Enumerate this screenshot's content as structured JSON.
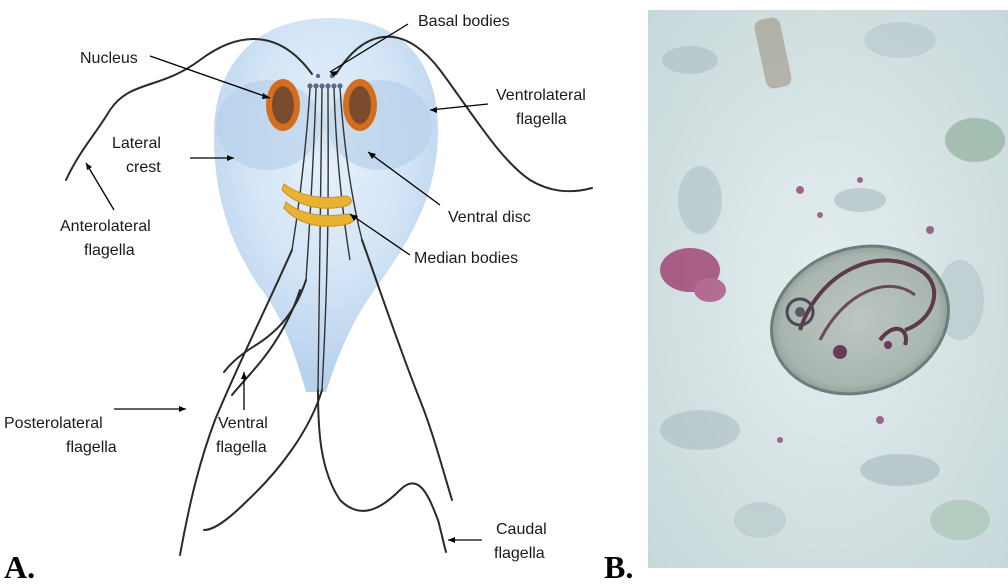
{
  "figure": {
    "panel_a_label": "A.",
    "panel_b_label": "B.",
    "labels": {
      "basal_bodies": "Basal bodies",
      "nucleus": "Nucleus",
      "ventrolateral_1": "Ventrolateral",
      "ventrolateral_2": "flagella",
      "lateral_crest_1": "Lateral",
      "lateral_crest_2": "crest",
      "ventral_disc": "Ventral disc",
      "anterolateral_1": "Anterolateral",
      "anterolateral_2": "flagella",
      "median_bodies": "Median bodies",
      "posterolateral_1": "Posterolateral",
      "posterolateral_2": "flagella",
      "ventral_flagella_1": "Ventral",
      "ventral_flagella_2": "flagella",
      "caudal_1": "Caudal",
      "caudal_2": "flagella"
    },
    "colors": {
      "body_fill": "#d6e6f6",
      "body_shade": "#b6cfe9",
      "nucleus_outer": "#c8641a",
      "nucleus_inner": "#7a4a2a",
      "median_bodies": "#e8b232",
      "micrograph_bg": "#d4e2e4",
      "micrograph_cell": "#b8c4c0",
      "micrograph_stain": "#8a2f5e"
    }
  }
}
